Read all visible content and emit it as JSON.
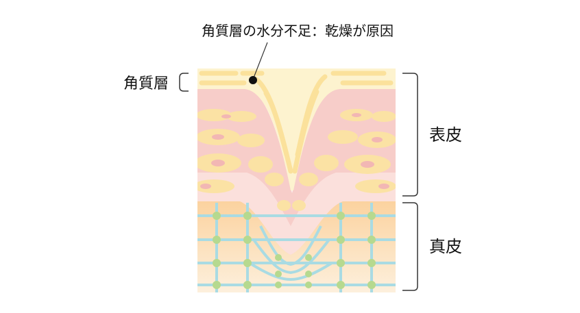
{
  "diagram": {
    "callout": "角質層の水分不足：乾燥が原因",
    "labels": {
      "stratum_corneum": "角質層",
      "epidermis": "表皮",
      "dermis": "真皮"
    }
  },
  "colors": {
    "corneum": "#fbe4a0",
    "epidermis_pink": "#f6c9c6",
    "cell_yellow": "#fbe2a4",
    "dermis_top": "#fcd29b",
    "dermis_bottom": "#fdeed9",
    "collagen_line": "#a9dbe3",
    "node_green": "#b6d98f",
    "bracket": "#333333"
  }
}
